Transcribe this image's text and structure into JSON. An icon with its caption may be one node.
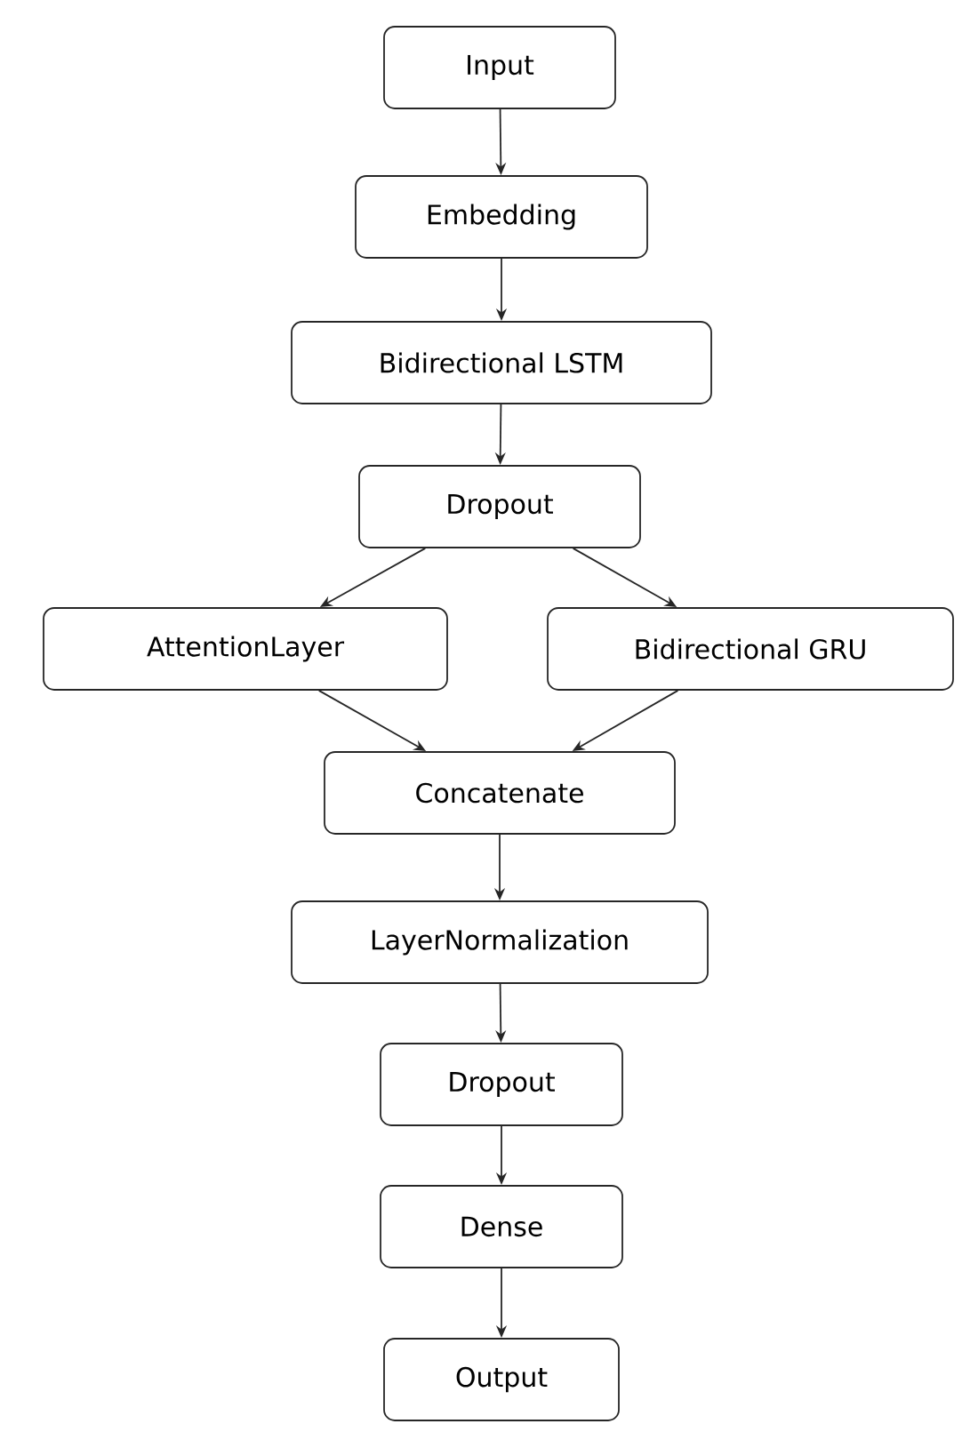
{
  "diagram": {
    "nodes": [
      {
        "text": [
          "Input"
        ]
      },
      {
        "text": [
          "Embedding"
        ]
      },
      {
        "text": [
          "Bidirectional LSTM"
        ]
      },
      {
        "text": [
          "Dropout"
        ]
      },
      {
        "text": [
          "AttentionLayer"
        ]
      },
      {
        "text": [
          "Bidirectional GRU"
        ]
      },
      {
        "text": [
          "Concatenate"
        ]
      },
      {
        "text": [
          "LayerNormalization"
        ]
      },
      {
        "text": [
          "Dropout"
        ]
      },
      {
        "text": [
          "Dense"
        ]
      },
      {
        "text": [
          "Output"
        ]
      }
    ],
    "edges": [
      {
        "from": 0,
        "to": 1,
        "arrow": "to"
      },
      {
        "from": 1,
        "to": 2,
        "arrow": "to"
      },
      {
        "from": 2,
        "to": 3,
        "arrow": "to"
      },
      {
        "from": 3,
        "to": 4,
        "arrow": "to"
      },
      {
        "from": 3,
        "to": 5,
        "arrow": "to"
      },
      {
        "from": 4,
        "to": 6,
        "arrow": "to"
      },
      {
        "from": 5,
        "to": 6,
        "arrow": "to"
      },
      {
        "from": 6,
        "to": 7,
        "arrow": "to"
      },
      {
        "from": 7,
        "to": 8,
        "arrow": "to"
      },
      {
        "from": 8,
        "to": 9,
        "arrow": "to"
      },
      {
        "from": 9,
        "to": 10,
        "arrow": "to"
      }
    ]
  }
}
